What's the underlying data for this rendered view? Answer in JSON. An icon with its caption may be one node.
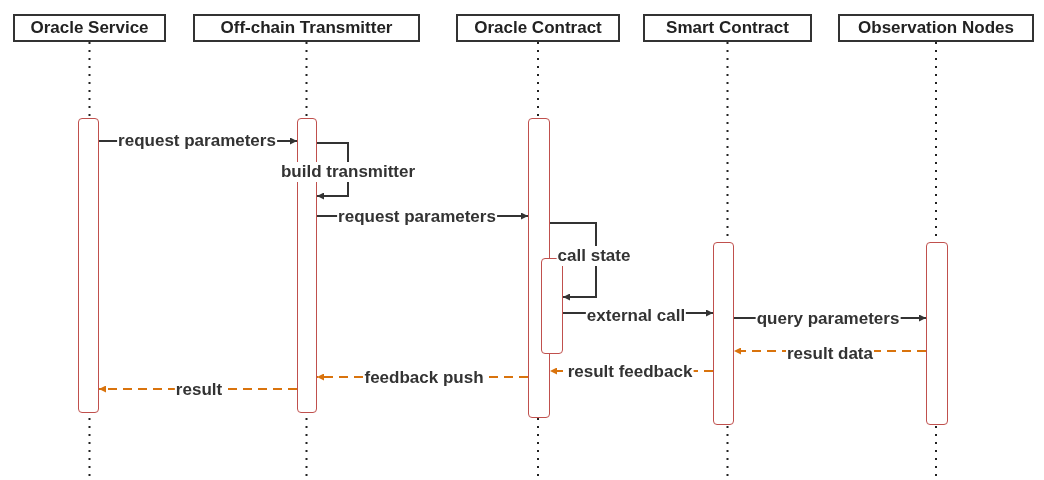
{
  "diagram": {
    "nodes": [
      {
        "text": [
          "Oracle Service"
        ]
      },
      {
        "text": [
          "Off-chain Transmitter"
        ]
      },
      {
        "text": [
          "Oracle Contract"
        ]
      },
      {
        "text": [
          "Smart Contract"
        ]
      },
      {
        "text": [
          "Observation Nodes"
        ]
      },
      {
        "text": [],
        "shape": "bar"
      },
      {
        "text": [],
        "shape": "bar"
      },
      {
        "text": [],
        "shape": "bar"
      },
      {
        "text": [],
        "shape": "bar"
      },
      {
        "text": [],
        "shape": "bar"
      },
      {
        "text": [],
        "shape": "bar"
      }
    ],
    "edges": [
      {
        "from": 5,
        "to": 6,
        "arrow": "to",
        "label": "request parameters"
      },
      {
        "from": 6,
        "to": 6,
        "arrow": "to",
        "label": "build transmitter"
      },
      {
        "from": 6,
        "to": 7,
        "arrow": "to",
        "label": "request parameters"
      },
      {
        "from": 7,
        "to": 8,
        "arrow": "to",
        "label": "call state"
      },
      {
        "from": 8,
        "to": 9,
        "arrow": "to",
        "label": "external call"
      },
      {
        "from": 9,
        "to": 10,
        "arrow": "to",
        "label": "query parameters"
      },
      {
        "from": 10,
        "to": 9,
        "arrow": "to",
        "label": "result data",
        "style": "dashed",
        "color": "#d9730d"
      },
      {
        "from": 9,
        "to": 7,
        "arrow": "to",
        "label": "result feedback",
        "style": "dashed",
        "color": "#d9730d"
      },
      {
        "from": 7,
        "to": 6,
        "arrow": "to",
        "label": "feedback push",
        "style": "dashed",
        "color": "#d9730d"
      },
      {
        "from": 6,
        "to": 5,
        "arrow": "to",
        "label": "result",
        "style": "dashed",
        "color": "#d9730d"
      }
    ]
  }
}
